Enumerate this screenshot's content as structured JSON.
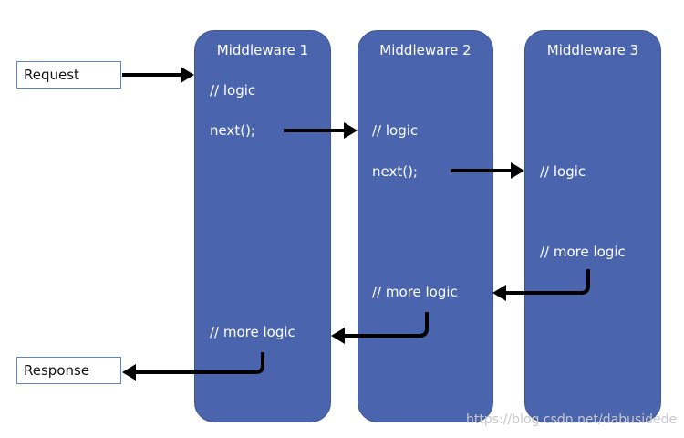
{
  "request_label": "Request",
  "response_label": "Response",
  "middleware": [
    {
      "title": "Middleware 1",
      "logic": "// logic",
      "next": "next();",
      "more_logic": "// more logic"
    },
    {
      "title": "Middleware 2",
      "logic": "// logic",
      "next": "next();",
      "more_logic": "// more logic"
    },
    {
      "title": "Middleware 3",
      "logic": "// logic",
      "more_logic": "// more logic"
    }
  ],
  "watermark": "https://blog.csdn.net/dabusidede",
  "colors": {
    "column_fill": "#4a65ad",
    "arrow": "#000000",
    "box_border": "#5b86c2"
  }
}
